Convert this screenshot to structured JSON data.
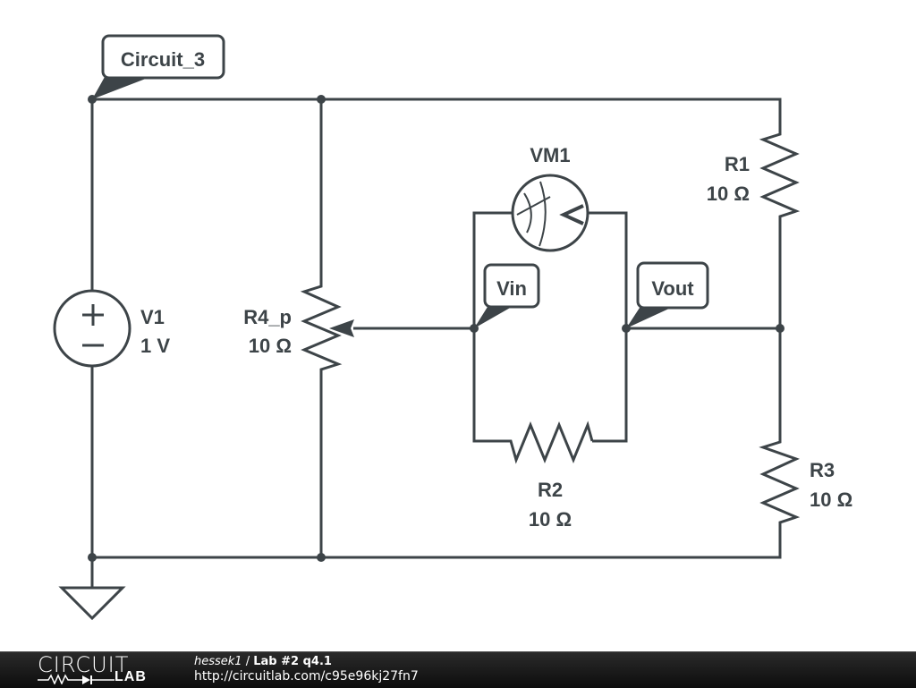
{
  "circuit": {
    "net_labels": {
      "top": "Circuit_3",
      "vin": "Vin",
      "vout": "Vout"
    },
    "components": {
      "V1": {
        "name": "V1",
        "value": "1 V",
        "type": "dc-voltage-source"
      },
      "R4_p": {
        "name": "R4_p",
        "value": "10 Ω",
        "type": "potentiometer"
      },
      "VM1": {
        "name": "VM1",
        "value": "",
        "type": "voltmeter",
        "glyph": "V"
      },
      "R1": {
        "name": "R1",
        "value": "10 Ω",
        "type": "resistor"
      },
      "R2": {
        "name": "R2",
        "value": "10 Ω",
        "type": "resistor"
      },
      "R3": {
        "name": "R3",
        "value": "10 Ω",
        "type": "resistor"
      }
    },
    "source_symbols": {
      "plus": "+",
      "minus": "−"
    },
    "colors": {
      "ink": "#3d4448",
      "background": "#ffffff",
      "footer": "#111111"
    }
  },
  "footer": {
    "logo_top": "CIRCUIT",
    "logo_bottom": "LAB",
    "user": "hessek1",
    "separator": " / ",
    "title": "Lab #2 q4.1",
    "url": "http://circuitlab.com/c95e96kj27fn7"
  }
}
